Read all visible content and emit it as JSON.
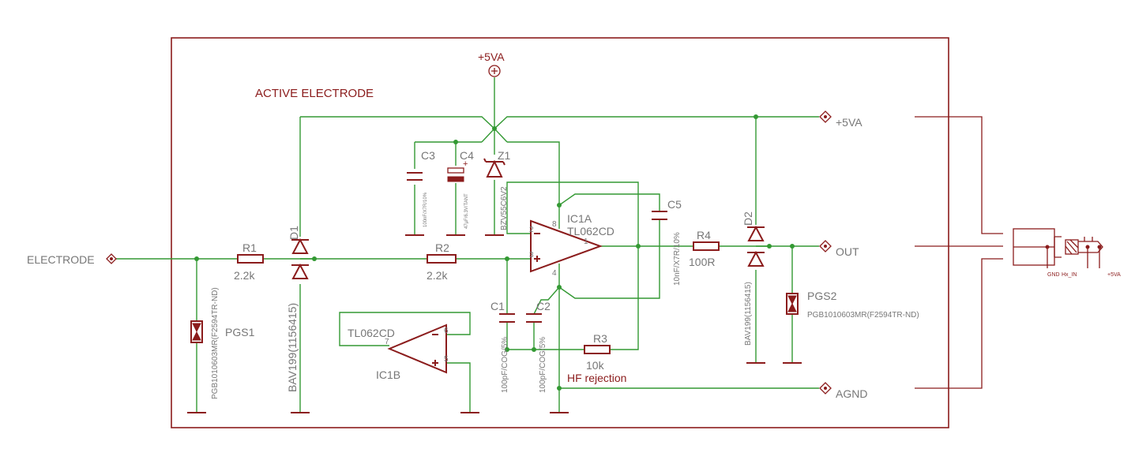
{
  "title": "ACTIVE ELECTRODE",
  "note": "HF rejection",
  "colors": {
    "wire": "#339933",
    "symbol": "#8b1c1c",
    "text": "#777777",
    "background": "#ffffff"
  },
  "ports": {
    "electrode": "ELECTRODE",
    "supply_top": "+5VA",
    "supply_right": "+5VA",
    "out": "OUT",
    "agnd": "AGND"
  },
  "components": {
    "r1": {
      "name": "R1",
      "value": "2.2k"
    },
    "r2": {
      "name": "R2",
      "value": "2.2k"
    },
    "r3": {
      "name": "R3",
      "value": "10k"
    },
    "r4": {
      "name": "R4",
      "value": "100R"
    },
    "c1": {
      "name": "C1",
      "value": "100pF/COG/5%"
    },
    "c2": {
      "name": "C2",
      "value": "100pF/COG/5%"
    },
    "c3": {
      "name": "C3",
      "value": "100nF/X7R/10%"
    },
    "c4": {
      "name": "C4",
      "value": "47µF/6.3V/TANT"
    },
    "c5": {
      "name": "C5",
      "value": "10nF/X7R/10%"
    },
    "z1": {
      "name": "Z1",
      "value": "BZV55C6V2"
    },
    "d1": {
      "name": "D1",
      "value": "BAV199(1156415)"
    },
    "d2": {
      "name": "D2",
      "value": "BAV199(1156415)"
    },
    "pgs1": {
      "name": "PGS1",
      "value": "PGB1010603MR(F2594TR-ND)"
    },
    "pgs2": {
      "name": "PGS2",
      "value": "PGB1010603MR(F2594TR-ND)"
    },
    "ic1a": {
      "name": "IC1A",
      "value": "TL062CD",
      "pins": {
        "out": "1",
        "inv": "2",
        "noninv": "3",
        "vcc": "8",
        "vee": "4"
      }
    },
    "ic1b": {
      "name": "IC1B",
      "value": "TL062CD",
      "pins": {
        "out": "7",
        "inv": "6",
        "noninv": "5"
      }
    }
  },
  "connector": {
    "labels": {
      "gnd": "GND",
      "in": "Hx_IN",
      "supply": "+5VA"
    }
  }
}
